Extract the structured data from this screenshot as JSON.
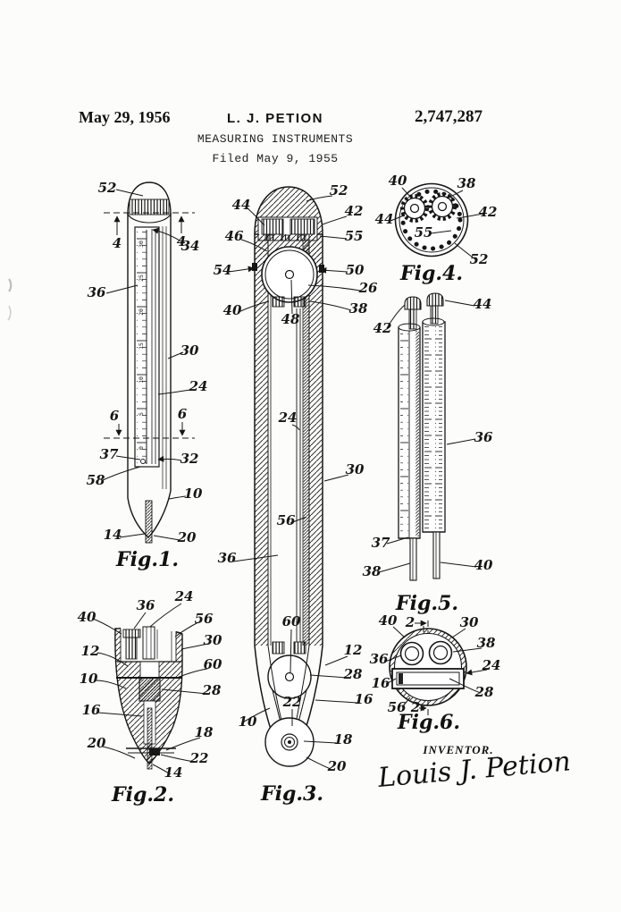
{
  "header": {
    "date": "May 29, 1956",
    "author": "L. J. PETION",
    "patent_number": "2,747,287",
    "doc_title": "MEASURING INSTRUMENTS",
    "filed_line": "Filed May 9, 1955"
  },
  "figures": {
    "fig1": {
      "caption": "Fig.1.",
      "scale": [
        "30",
        "25",
        "20",
        "15",
        "10",
        "5",
        "0"
      ],
      "labels": [
        "52",
        "4",
        "4",
        "34",
        "36",
        "30",
        "24",
        "6",
        "6",
        "37",
        "32",
        "58",
        "10",
        "14",
        "20"
      ]
    },
    "fig2": {
      "caption": "Fig.2.",
      "labels": [
        "40",
        "36",
        "24",
        "56",
        "12",
        "30",
        "10",
        "60",
        "16",
        "28",
        "20",
        "18",
        "22",
        "14"
      ]
    },
    "fig3": {
      "caption": "Fig.3.",
      "labels": [
        "44",
        "52",
        "42",
        "46",
        "55",
        "54",
        "50",
        "26",
        "40",
        "48",
        "38",
        "24",
        "30",
        "56",
        "36",
        "60",
        "12",
        "28",
        "22",
        "16",
        "10",
        "18",
        "20"
      ]
    },
    "fig4": {
      "caption": "Fig.4.",
      "labels": [
        "40",
        "38",
        "44",
        "42",
        "55",
        "52"
      ]
    },
    "fig5": {
      "caption": "Fig.5.",
      "labels": [
        "42",
        "44",
        "36",
        "37",
        "38",
        "40"
      ]
    },
    "fig6": {
      "caption": "Fig.6.",
      "labels": [
        "40",
        "2",
        "30",
        "38",
        "36",
        "24",
        "16",
        "28",
        "56",
        "2"
      ]
    }
  },
  "footer": {
    "inventor_label": "INVENTOR.",
    "signature": "Louis J. Petion"
  }
}
